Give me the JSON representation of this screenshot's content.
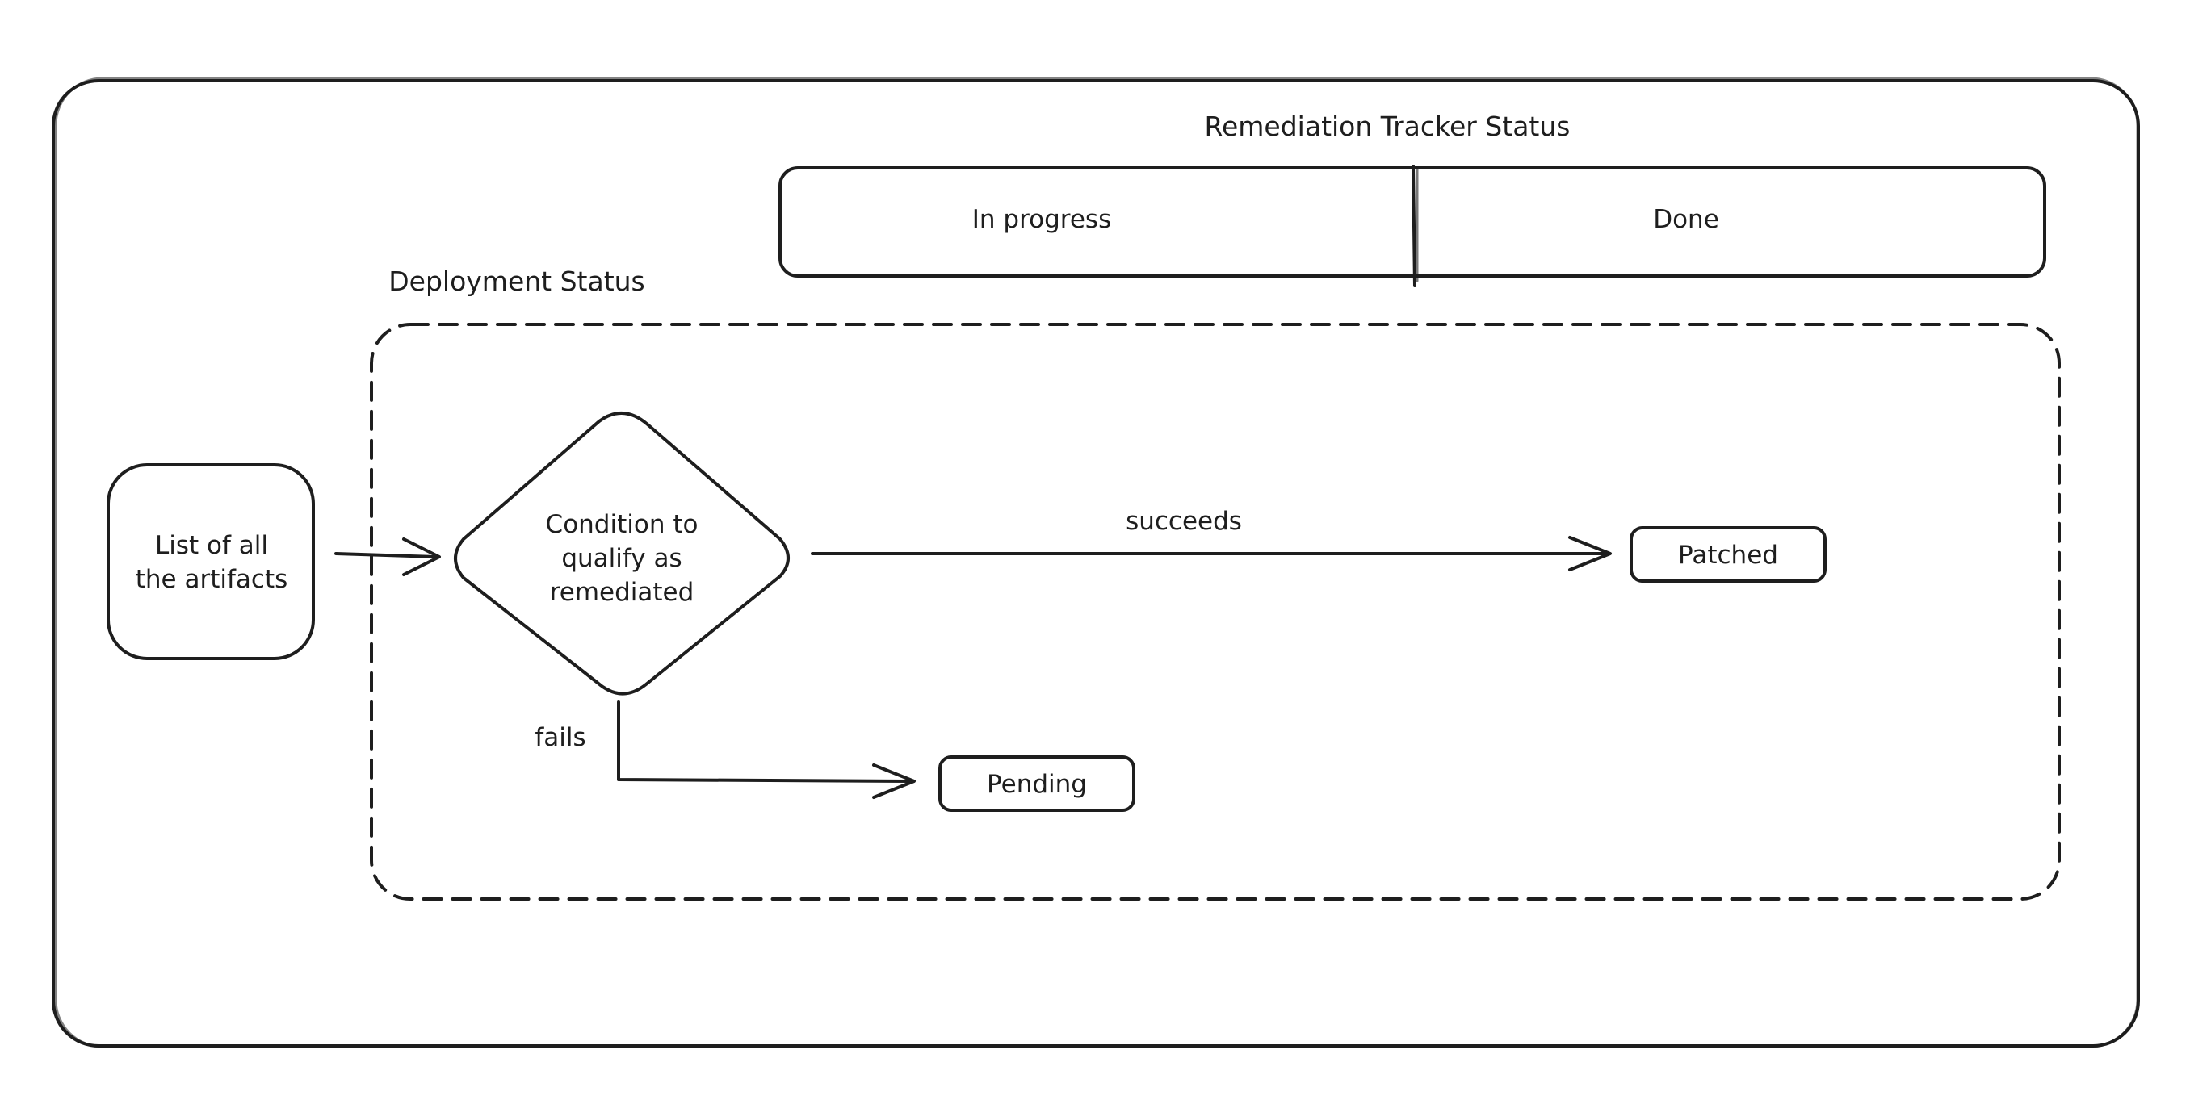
{
  "diagram": {
    "tracker_title": "Remediation Tracker Status",
    "tracker_columns": [
      "In progress",
      "Done"
    ],
    "deployment_title": "Deployment Status",
    "start_node": [
      "List of all",
      "the artifacts"
    ],
    "decision_node": [
      "Condition to",
      "qualify as",
      "remediated"
    ],
    "edge_success": "succeeds",
    "edge_fail": "fails",
    "node_patched": "Patched",
    "node_pending": "Pending"
  }
}
